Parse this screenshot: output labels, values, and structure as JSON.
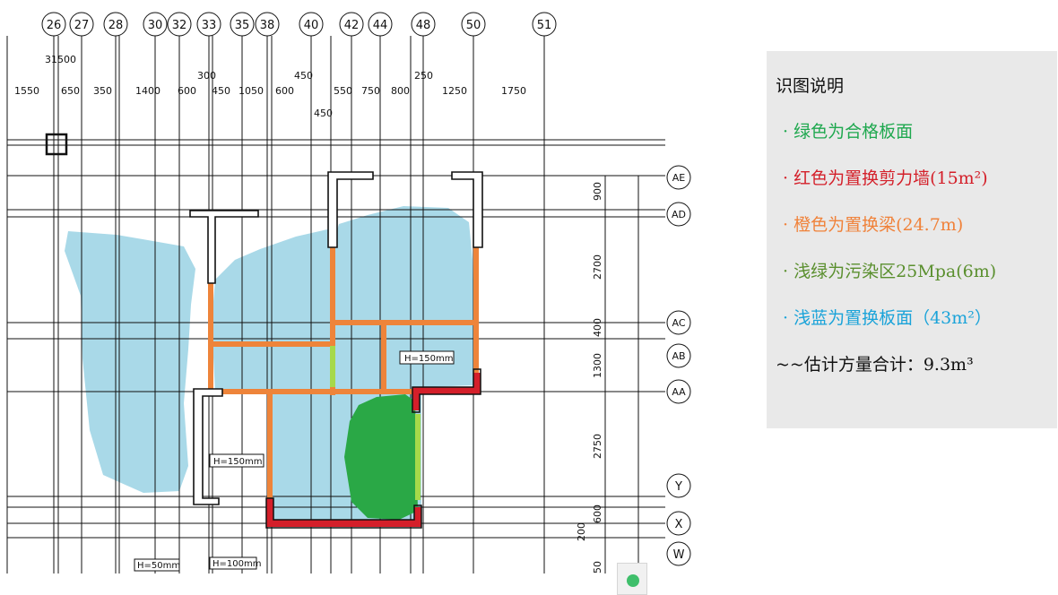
{
  "legend": {
    "title": "识图说明",
    "items": [
      {
        "text": "· 绿色为合格板面",
        "color": "#1fa84f"
      },
      {
        "text": "· 红色为置换剪力墙(15m²)",
        "color": "#d4202a"
      },
      {
        "text": "· 橙色为置换梁(24.7m)",
        "color": "#f0823a"
      },
      {
        "text": "· 浅绿为污染区25Mpa(6m)",
        "color": "#5a8f2e"
      },
      {
        "text": "· 浅蓝为置换板面（43m²）",
        "color": "#1aa3d9"
      }
    ],
    "total": "~~估计方量合计：9.3m³"
  },
  "axes": {
    "top": [
      "26",
      "27",
      "28",
      "30",
      "32",
      "33",
      "35",
      "38",
      "40",
      "42",
      "44",
      "48",
      "50",
      "51"
    ],
    "right": [
      "AE",
      "AD",
      "AC",
      "AB",
      "AA",
      "Y",
      "X",
      "W"
    ]
  },
  "dims": {
    "top_overall": "31500",
    "top_row": [
      "1550",
      "650",
      "350",
      "1400",
      "600",
      "450",
      "1050",
      "600",
      "550",
      "750",
      "800",
      "1250",
      "1750"
    ],
    "top_extra": [
      "300",
      "450",
      "450",
      "250"
    ],
    "right": [
      "900",
      "2700",
      "400",
      "1300",
      "2750",
      "600",
      "200",
      "50"
    ]
  },
  "labels": [
    "H=150mm",
    "H=150mm",
    "H=50mm",
    "H=100mm"
  ],
  "colors": {
    "green": "#2aa846",
    "red": "#d41f2a",
    "orange": "#ee843a",
    "light_green": "#a6d94a",
    "light_blue": "#a9d9e8"
  }
}
